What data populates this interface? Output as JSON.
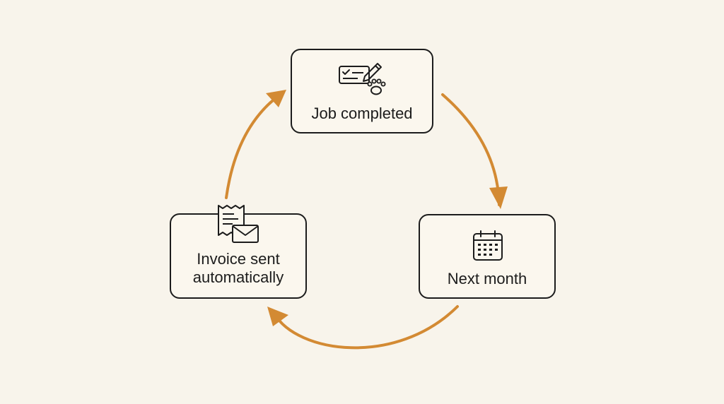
{
  "diagram": {
    "nodes": [
      {
        "id": "job",
        "label": "Job completed",
        "icon": "check-paw-print-pencil-icon"
      },
      {
        "id": "next",
        "label": "Next month",
        "icon": "calendar-icon"
      },
      {
        "id": "invoice",
        "label_line1": "Invoice sent",
        "label_line2": "automatically",
        "icon": "receipt-envelope-icon"
      }
    ],
    "edges": [
      {
        "from": "job",
        "to": "next"
      },
      {
        "from": "next",
        "to": "invoice"
      },
      {
        "from": "invoice",
        "to": "job"
      }
    ]
  },
  "colors": {
    "background": "#f8f4eb",
    "arrow": "#d38a33",
    "box_border": "#1c1c1c",
    "text": "#1c1c1c"
  }
}
